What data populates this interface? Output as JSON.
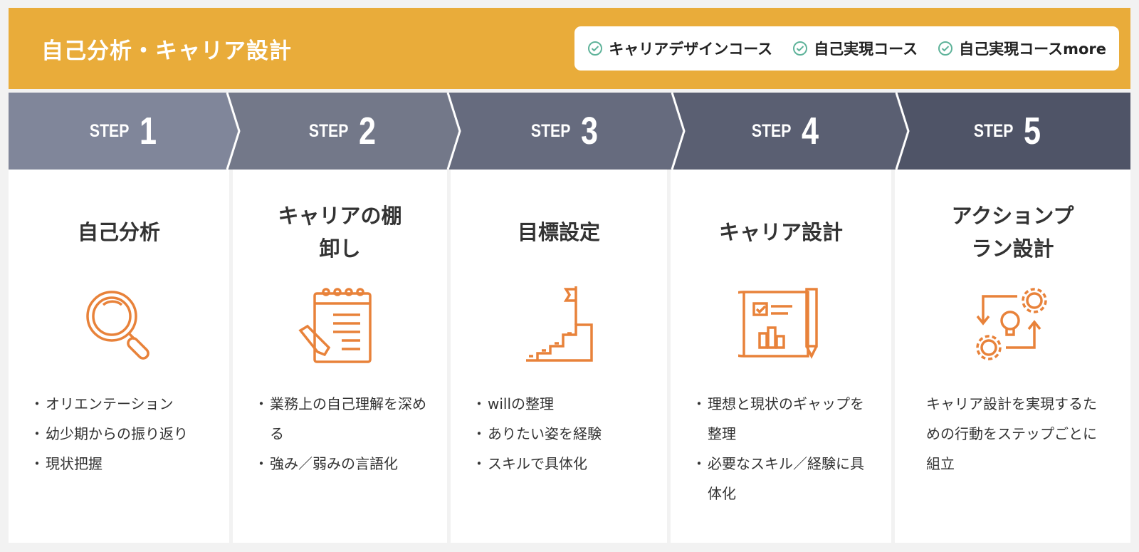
{
  "header": {
    "title": "自己分析・キャリア設計",
    "courses": [
      "キャリアデザインコース",
      "自己実現コース",
      "自己実現コースmore"
    ]
  },
  "colors": {
    "header": "#e9ac3a",
    "accent": "#e8823a",
    "check": "#5fb39a",
    "steps": [
      "#80869a",
      "#737889",
      "#666b7e",
      "#5a5f72",
      "#4f5467"
    ]
  },
  "steps": [
    {
      "step": "STEP",
      "num": "1",
      "title": "自己分析",
      "icon": "magnifier-icon",
      "items": [
        "オリエンテーション",
        "幼少期からの振り返り",
        "現状把握"
      ]
    },
    {
      "step": "STEP",
      "num": "2",
      "title": "キャリアの棚卸し",
      "icon": "notepad-icon",
      "items": [
        "業務上の自己理解を深める",
        "強み／弱みの言語化"
      ]
    },
    {
      "step": "STEP",
      "num": "3",
      "title": "目標設定",
      "icon": "stairs-flag-icon",
      "items": [
        "willの整理",
        "ありたい姿を経験",
        "スキルで具体化"
      ]
    },
    {
      "step": "STEP",
      "num": "4",
      "title": "キャリア設計",
      "icon": "blueprint-icon",
      "items": [
        "理想と現状のギャップを整理",
        "必要なスキル／経験に具体化"
      ]
    },
    {
      "step": "STEP",
      "num": "5",
      "title": "アクションプラン設計",
      "icon": "action-plan-icon",
      "text": "キャリア設計を実現するための行動をステップごとに組立"
    }
  ]
}
